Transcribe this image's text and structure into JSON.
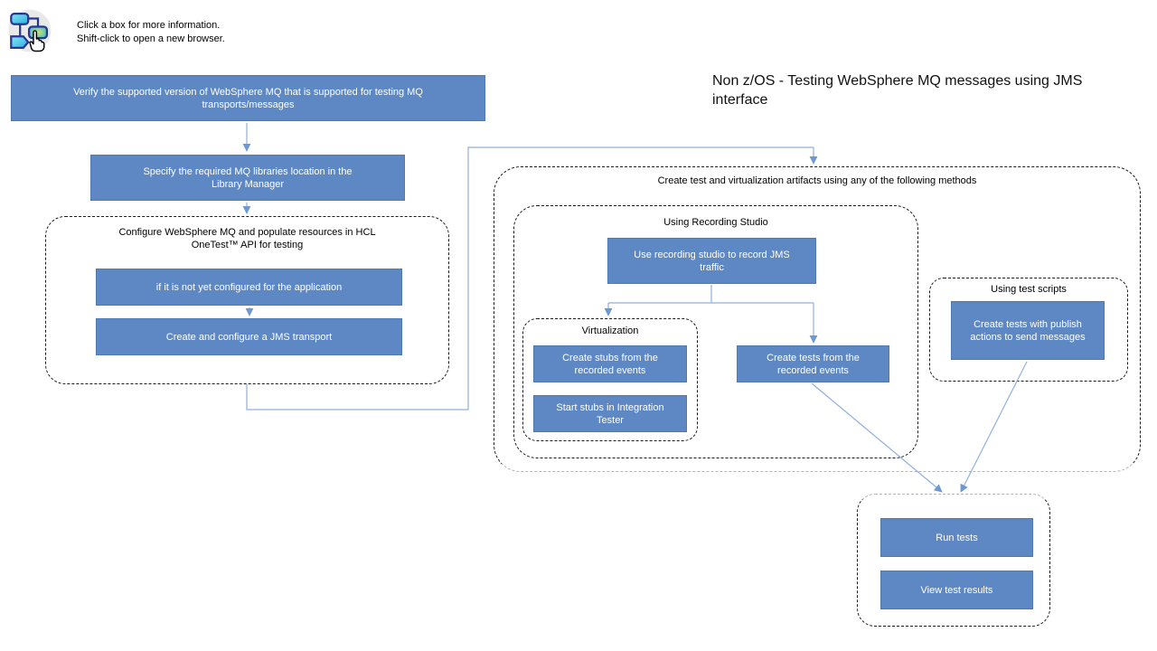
{
  "header": {
    "icon": "flowchart-click-icon",
    "instructions": [
      "Click a box for more information.",
      "Shift-click to open a new browser."
    ]
  },
  "title": "Non z/OS - Testing WebSphere MQ messages using JMS interface",
  "containers": {
    "configure": "Configure WebSphere MQ and populate resources in HCL OneTest™ API for testing",
    "artifacts": "Create test and virtualization artifacts using any of the following methods",
    "recording_studio": "Using Recording Studio",
    "virtualization": "Virtualization",
    "test_scripts": "Using test scripts"
  },
  "nodes": {
    "verify": "Verify the supported version of WebSphere MQ that is supported for testing MQ transports/messages",
    "specify_libraries": "Specify the required MQ libraries location in the Library Manager",
    "if_not_configured": "if it is not yet configured for the application",
    "create_jms_transport": "Create and configure a JMS transport",
    "use_recording_studio": "Use recording studio to record JMS traffic",
    "create_stubs": "Create stubs from the recorded events",
    "start_stubs": "Start stubs in Integration Tester",
    "create_tests_recorded": "Create tests from the recorded events",
    "create_tests_publish": "Create tests with publish actions to send messages",
    "run_tests": "Run tests",
    "view_results": "View test results"
  },
  "colors": {
    "box_fill": "#5e88c4",
    "box_border": "#4d79b5",
    "box_text": "#ffffff",
    "connector": "#90b0de",
    "arrowhead": "#6e98cf",
    "container_border": "#1a1a1a",
    "container_muted_edge": "#b5b5b5",
    "title_text": "#111111"
  }
}
